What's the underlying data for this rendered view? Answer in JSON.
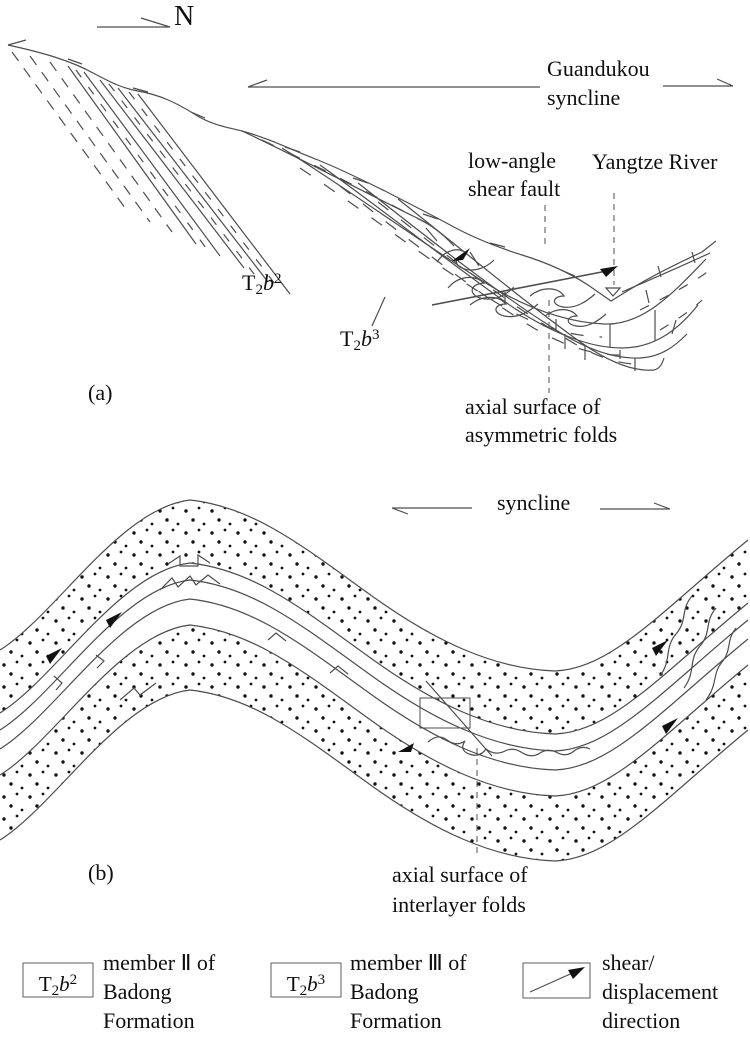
{
  "figure": {
    "background": "#ffffff",
    "line_color": "#4d4d4d",
    "text_color": "#111111"
  },
  "north": {
    "label": "N"
  },
  "panel_a": {
    "tag": "(a)",
    "syncline_name": "Guandukou",
    "syncline_word": "syncline",
    "fault_line1": "low-angle",
    "fault_line2": "shear fault",
    "river": "Yangtze River",
    "axial_line1": "axial surface of",
    "axial_line2": "asymmetric folds",
    "unit_b2": {
      "t": "T",
      "sub": "2",
      "b": "b",
      "sup": "2"
    },
    "unit_b3": {
      "t": "T",
      "sub": "2",
      "b": "b",
      "sup": "3"
    }
  },
  "panel_b": {
    "tag": "(b)",
    "syncline_word": "syncline",
    "axial_line1": "axial surface of",
    "axial_line2": "interlayer folds"
  },
  "legend": {
    "items": [
      {
        "symbol": {
          "t": "T",
          "sub": "2",
          "b": "b",
          "sup": "2"
        },
        "line1": "member Ⅱ of",
        "line2": "Badong",
        "line3": "Formation"
      },
      {
        "symbol": {
          "t": "T",
          "sub": "2",
          "b": "b",
          "sup": "3"
        },
        "line1": "member Ⅲ of",
        "line2": "Badong",
        "line3": "Formation"
      },
      {
        "icon": "shear-displacement-arrow",
        "line1": "shear/",
        "line2": "displacement",
        "line3": "direction"
      }
    ]
  }
}
